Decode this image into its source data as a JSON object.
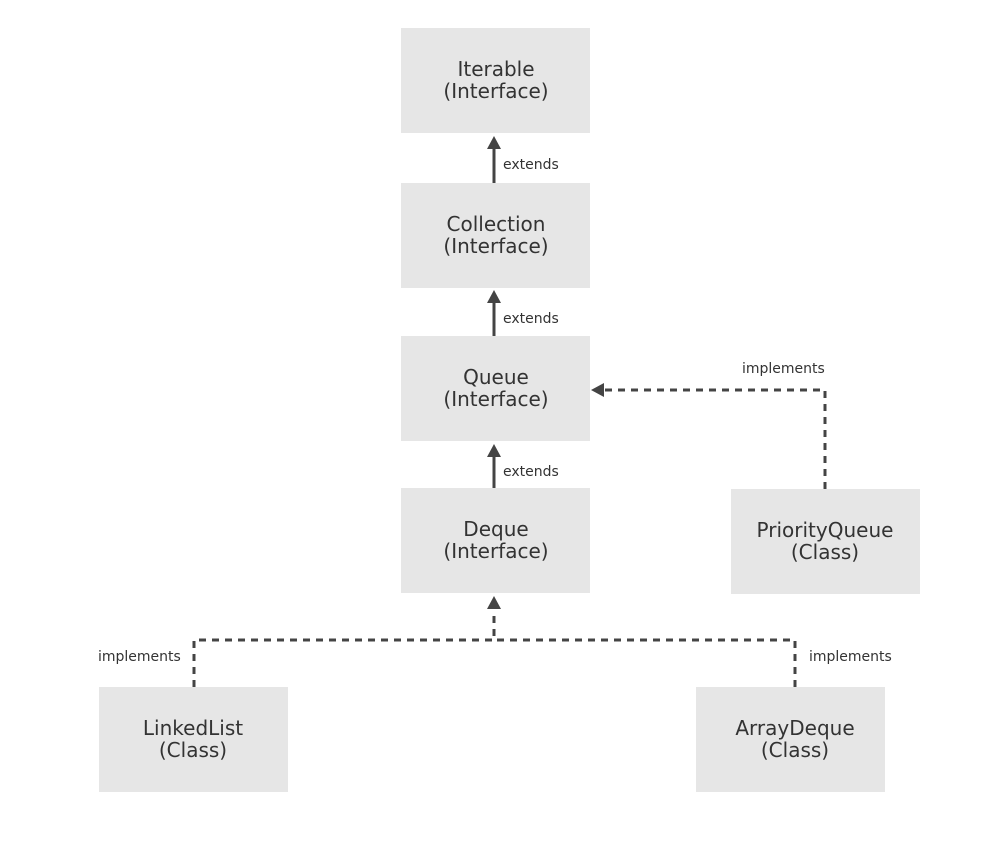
{
  "nodes": {
    "iterable": {
      "name": "Iterable",
      "kind": "(Interface)"
    },
    "collection": {
      "name": "Collection",
      "kind": "(Interface)"
    },
    "queue": {
      "name": "Queue",
      "kind": "(Interface)"
    },
    "deque": {
      "name": "Deque",
      "kind": "(Interface)"
    },
    "priorityqueue": {
      "name": "PriorityQueue",
      "kind": "(Class)"
    },
    "linkedlist": {
      "name": "LinkedList",
      "kind": "(Class)"
    },
    "arraydeque": {
      "name": "ArrayDeque",
      "kind": "(Class)"
    }
  },
  "edges": {
    "collection_to_iterable": {
      "label": "extends",
      "style": "solid"
    },
    "queue_to_collection": {
      "label": "extends",
      "style": "solid"
    },
    "deque_to_queue": {
      "label": "extends",
      "style": "solid"
    },
    "priorityqueue_to_queue": {
      "label": "implements",
      "style": "dashed"
    },
    "linkedlist_to_deque": {
      "label": "implements",
      "style": "dashed"
    },
    "arraydeque_to_deque": {
      "label": "implements",
      "style": "dashed"
    }
  },
  "colors": {
    "box_fill": "#e6e6e6",
    "text": "#333333",
    "connector": "#444444",
    "background": "#ffffff"
  }
}
